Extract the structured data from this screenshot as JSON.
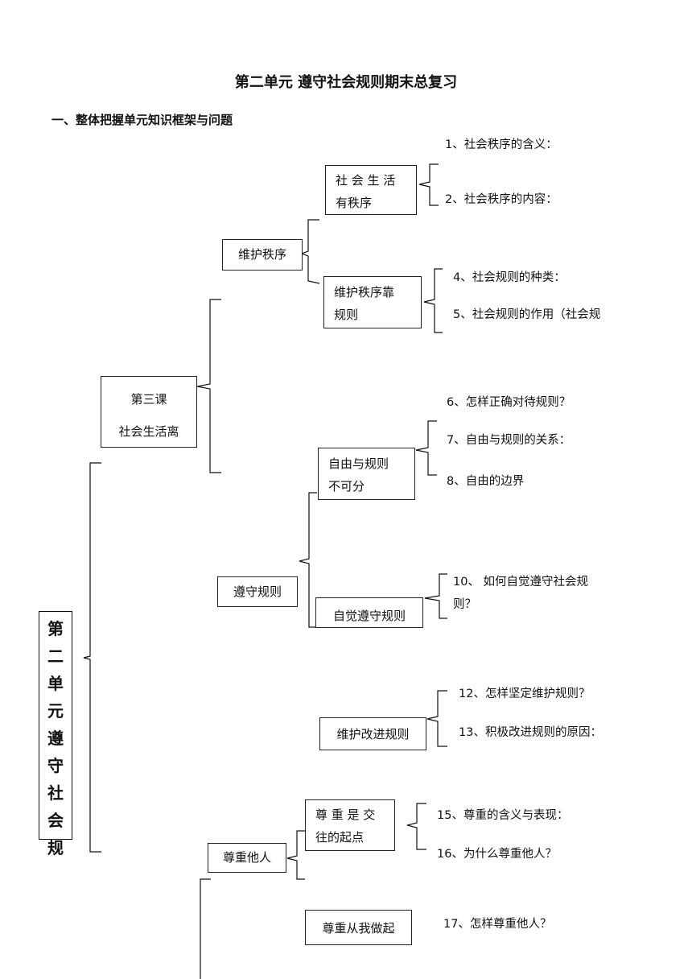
{
  "title": "第二单元  遵守社会规则期末总复习",
  "section_heading": "一、整体把握单元知识框架与问题",
  "root_chars": [
    "第",
    "二",
    "单",
    "元",
    "遵",
    "守",
    "社",
    "会",
    "规"
  ],
  "lesson3": {
    "line1": "第三课",
    "line2": "社会生活离"
  },
  "nodes": {
    "weihu_zhixu": "维护秩序",
    "shehui_youzhixu": {
      "line1": "社 会 生 活",
      "line2": "有秩序"
    },
    "weihu_kao_guize": {
      "line1": "维护秩序靠",
      "line2": "规则"
    },
    "zunshou_guize": "遵守规则",
    "ziyou_guize": {
      "line1": "自由与规则",
      "line2": "不可分"
    },
    "zijue_zunshou": "自觉遵守规则",
    "weihu_gaijin": "维护改进规则",
    "zunzhong_taren": "尊重他人",
    "zunzhong_qidian": {
      "line1": "尊 重 是 交",
      "line2": "往的起点"
    },
    "zunzhong_cong_wo": "尊重从我做起"
  },
  "questions": {
    "q1": "1、社会秩序的含义：",
    "q2": "2、社会秩序的内容：",
    "q4": "4、社会规则的种类：",
    "q5": "5、社会规则的作用（社会规",
    "q6": "6、怎样正确对待规则？",
    "q7": "7、自由与规则的关系：",
    "q8": "8、自由的边界",
    "q10": {
      "line1": "10、 如何自觉遵守社会规",
      "line2": "则？"
    },
    "q12": "12、怎样坚定维护规则？",
    "q13": "13、积极改进规则的原因：",
    "q15": "15、尊重的含义与表现：",
    "q16": "16、为什么尊重他人？",
    "q17": "17、怎样尊重他人？"
  }
}
